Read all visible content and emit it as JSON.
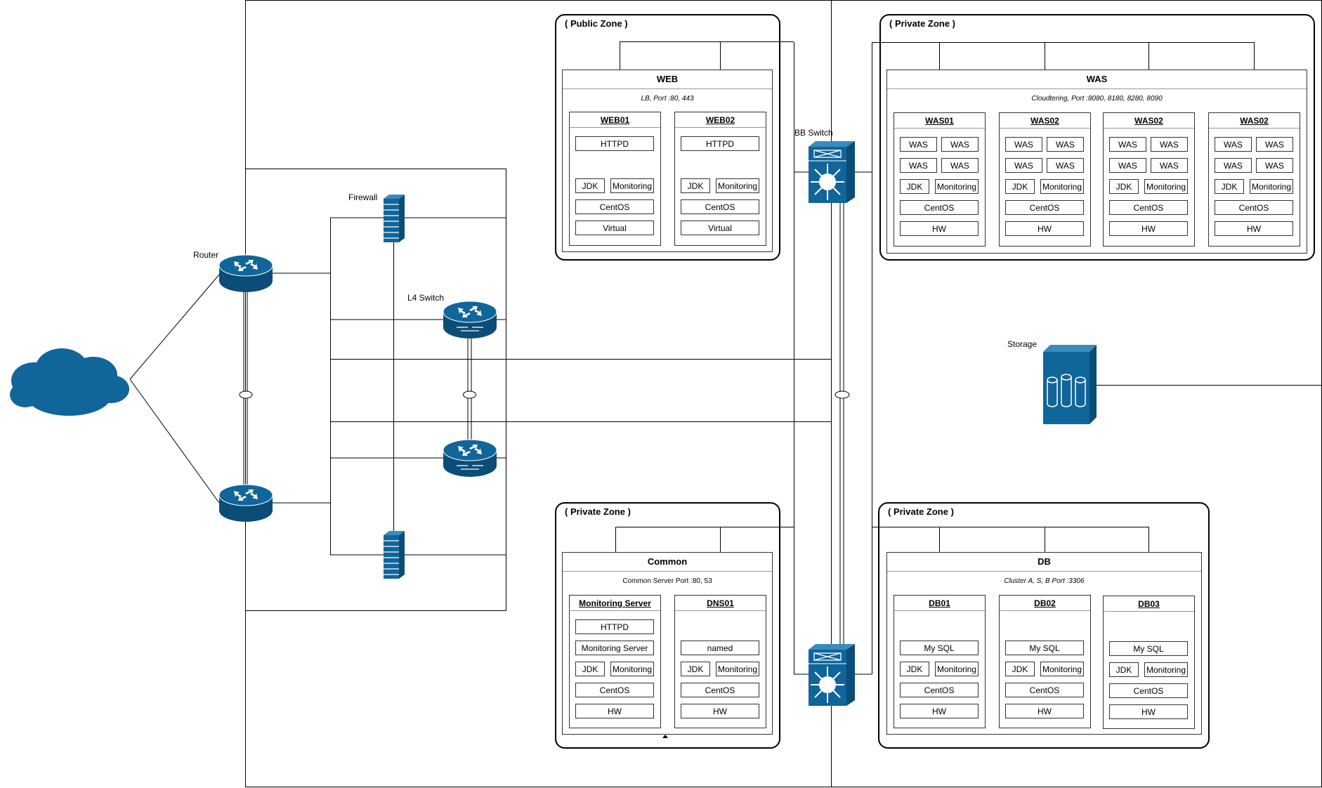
{
  "devices": {
    "router_label": "Router",
    "firewall_label": "Firewall",
    "l4_label": "L4 Switch",
    "bb_label": "BB Switch",
    "storage_label": "Storage"
  },
  "zones": {
    "web_zone": "( Public Zone )",
    "was_zone": "( Private Zone )",
    "common_zone": "( Private Zone )",
    "db_zone": "( Private Zone )"
  },
  "web": {
    "title": "WEB",
    "subtitle": "LB, Port :80, 443",
    "servers": [
      {
        "name": "WEB01",
        "comps": [
          "HTTPD",
          "JDK",
          "Monitoring",
          "CentOS",
          "Virtual"
        ]
      },
      {
        "name": "WEB02",
        "comps": [
          "HTTPD",
          "JDK",
          "Monitoring",
          "CentOS",
          "Virtual"
        ]
      }
    ]
  },
  "was": {
    "title": "WAS",
    "subtitle": "Cloudtering, Port :8080, 8180, 8280, 8090",
    "servers": [
      {
        "name": "WAS01",
        "comps": [
          "WAS",
          "WAS",
          "WAS",
          "WAS",
          "JDK",
          "Monitoring",
          "CentOS",
          "HW"
        ]
      },
      {
        "name": "WAS02",
        "comps": [
          "WAS",
          "WAS",
          "WAS",
          "WAS",
          "JDK",
          "Monitoring",
          "CentOS",
          "HW"
        ]
      },
      {
        "name": "WAS02",
        "comps": [
          "WAS",
          "WAS",
          "WAS",
          "WAS",
          "JDK",
          "Monitoring",
          "CentOS",
          "HW"
        ]
      },
      {
        "name": "WAS02",
        "comps": [
          "WAS",
          "WAS",
          "WAS",
          "WAS",
          "JDK",
          "Monitoring",
          "CentOS",
          "HW"
        ]
      }
    ]
  },
  "common": {
    "title": "Common",
    "subtitle": "Common Server Port :80, 53",
    "servers": [
      {
        "name": "Monitoring Server",
        "comps": [
          "HTTPD",
          "Monitoring Server",
          "JDK",
          "Monitoring",
          "CentOS",
          "HW"
        ]
      },
      {
        "name": "DNS01",
        "comps": [
          "named",
          "JDK",
          "Monitoring",
          "CentOS",
          "HW"
        ]
      }
    ]
  },
  "db": {
    "title": "DB",
    "subtitle": "Cluster A, S, B Port :3306",
    "servers": [
      {
        "name": "DB01",
        "comps": [
          "My SQL",
          "JDK",
          "Monitoring",
          "CentOS",
          "HW"
        ]
      },
      {
        "name": "DB02",
        "comps": [
          "My SQL",
          "JDK",
          "Monitoring",
          "CentOS",
          "HW"
        ]
      },
      {
        "name": "DB03",
        "comps": [
          "My SQL",
          "JDK",
          "Monitoring",
          "CentOS",
          "HW"
        ]
      }
    ]
  },
  "colors": {
    "device_fill": "#10659a",
    "device_dark": "#0b4d77",
    "cloud_fill": "#10659a",
    "line": "#000000"
  }
}
